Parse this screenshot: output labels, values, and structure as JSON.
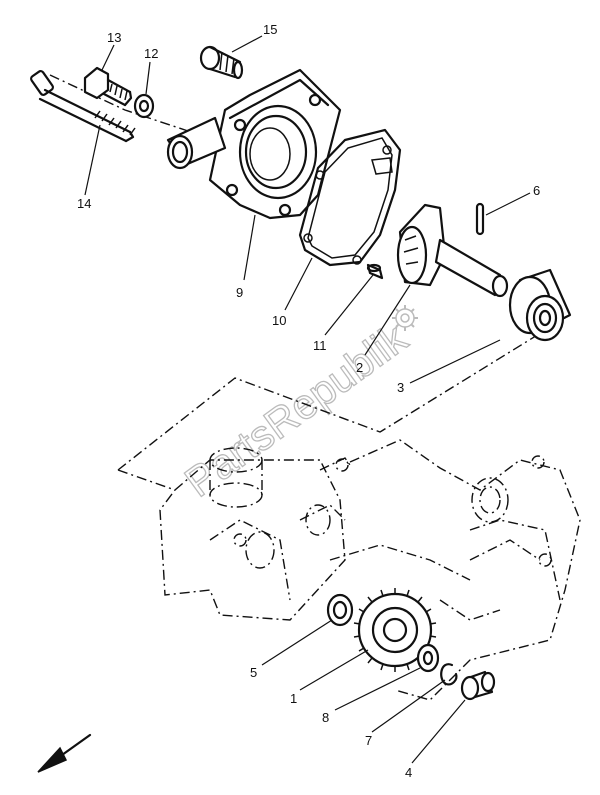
{
  "watermark": {
    "text": "PartsRepublik"
  },
  "callouts": [
    {
      "id": "1",
      "text": "1"
    },
    {
      "id": "2",
      "text": "2"
    },
    {
      "id": "3",
      "text": "3"
    },
    {
      "id": "4",
      "text": "4"
    },
    {
      "id": "5",
      "text": "5"
    },
    {
      "id": "6",
      "text": "6"
    },
    {
      "id": "7",
      "text": "7"
    },
    {
      "id": "8",
      "text": "8"
    },
    {
      "id": "9",
      "text": "9"
    },
    {
      "id": "10",
      "text": "10"
    },
    {
      "id": "11",
      "text": "11"
    },
    {
      "id": "12",
      "text": "12"
    },
    {
      "id": "13",
      "text": "13"
    },
    {
      "id": "14",
      "text": "14"
    },
    {
      "id": "15",
      "text": "15"
    }
  ],
  "colors": {
    "ink": "#111111",
    "watermark": "#bbbbbb",
    "background": "#ffffff"
  },
  "icons": {
    "direction_arrow": "arrow-down-left-icon",
    "watermark_logo": "gear-icon"
  }
}
